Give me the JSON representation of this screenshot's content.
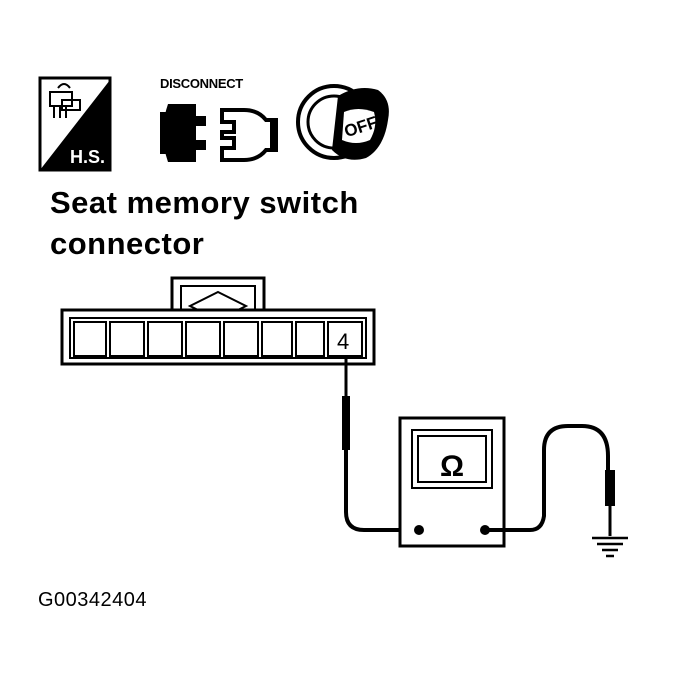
{
  "icons": {
    "hs": {
      "label": "H.S.",
      "name": "harness-side-icon"
    },
    "disconnect": {
      "label": "DISCONNECT",
      "name": "disconnect-connector-icon"
    },
    "ignition": {
      "label": "OFF",
      "name": "ignition-key-off-icon"
    }
  },
  "title": {
    "line1": "Seat memory switch",
    "line2": "connector"
  },
  "connector": {
    "pin_label": "4"
  },
  "meter": {
    "symbol": "Ω"
  },
  "figure_id": "G00342404"
}
